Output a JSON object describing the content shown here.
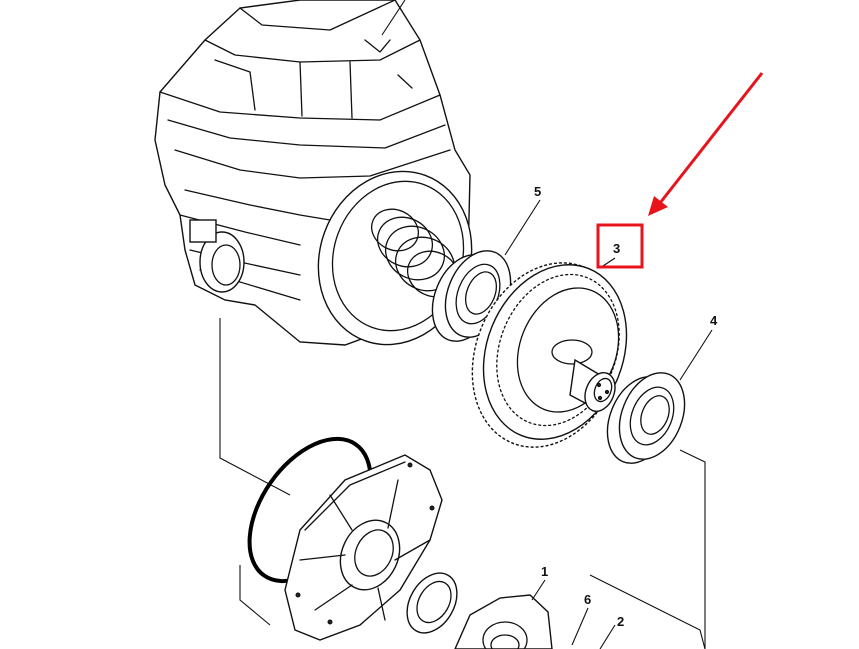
{
  "diagram": {
    "callouts": [
      "1",
      "2",
      "3",
      "4",
      "5",
      "6"
    ],
    "highlight": {
      "target": "3",
      "color": "#e8141c"
    },
    "ink_color": "#111111"
  }
}
